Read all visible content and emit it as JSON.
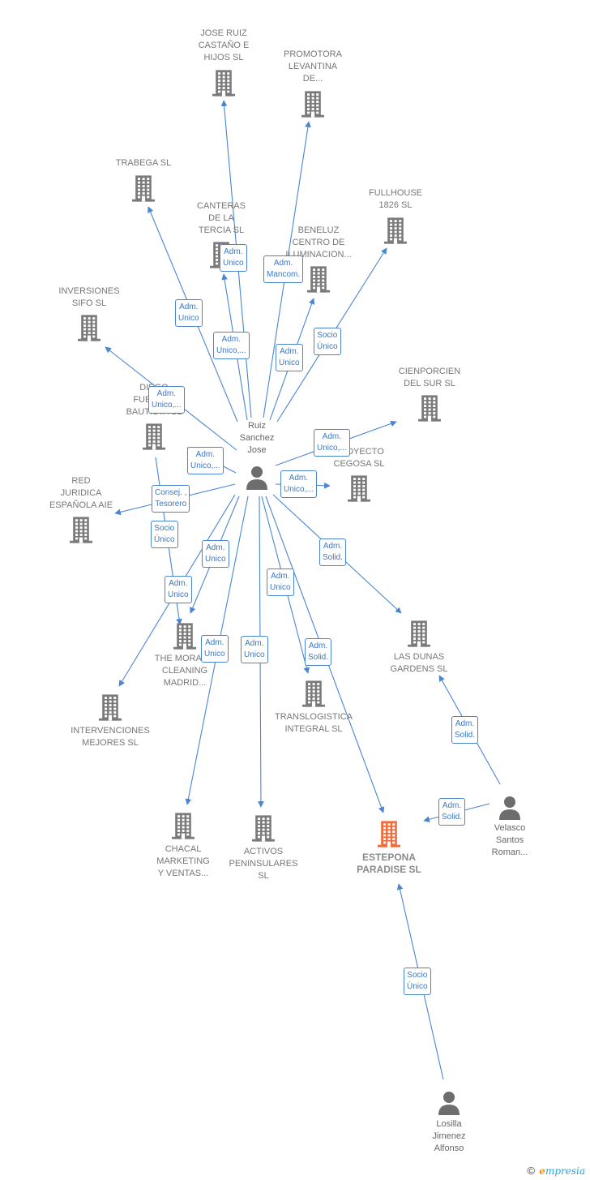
{
  "colors": {
    "edge": "#4a86cf",
    "company": "#7a7a7a",
    "highlight": "#f26b3a",
    "person": "#6d6d6d"
  },
  "nodes": [
    {
      "id": "jose_ruiz",
      "kind": "company",
      "label": "JOSE RUIZ\nCASTAÑO E\nHIJOS SL"
    },
    {
      "id": "promotora",
      "kind": "company",
      "label": "PROMOTORA\nLEVANTINA\nDE..."
    },
    {
      "id": "trabega",
      "kind": "company",
      "label": "TRABEGA SL"
    },
    {
      "id": "fullhouse",
      "kind": "company",
      "label": "FULLHOUSE\n1826 SL"
    },
    {
      "id": "canteras",
      "kind": "company",
      "label": "CANTERAS\nDE LA\nTERCIA  SL"
    },
    {
      "id": "beneluz",
      "kind": "company",
      "label": "BENELUZ\nCENTRO DE\nILUMINACION..."
    },
    {
      "id": "inversiones",
      "kind": "company",
      "label": "INVERSIONES\nSIFO  SL"
    },
    {
      "id": "cienporcien",
      "kind": "company",
      "label": "CIENPORCIEN\nDEL SUR  SL"
    },
    {
      "id": "diego",
      "kind": "company",
      "label": "DIEGO\nFUENTES\nBAUTISTA SL"
    },
    {
      "id": "proyecto",
      "kind": "company",
      "label": "PROYECTO\nCEGOSA  SL"
    },
    {
      "id": "red",
      "kind": "company",
      "label": "RED\nJURIDICA\nESPAÑOLA AIE"
    },
    {
      "id": "morado",
      "kind": "company",
      "label": "THE MORADO\nCLEANING\nMADRID..."
    },
    {
      "id": "dunas",
      "kind": "company",
      "label": "LAS DUNAS\nGARDENS  SL"
    },
    {
      "id": "translog",
      "kind": "company",
      "label": "TRANSLOGISTICA\nINTEGRAL  SL"
    },
    {
      "id": "intervenciones",
      "kind": "company",
      "label": "INTERVENCIONES\nMEJORES  SL"
    },
    {
      "id": "chacal",
      "kind": "company",
      "label": "CHACAL\nMARKETING\nY VENTAS..."
    },
    {
      "id": "activos",
      "kind": "company",
      "label": "ACTIVOS\nPENINSULARES\nSL"
    },
    {
      "id": "estepona",
      "kind": "company",
      "highlight": true,
      "label": "ESTEPONA\nPARADISE  SL"
    },
    {
      "id": "ruiz",
      "kind": "person",
      "label": "Ruiz\nSanchez\nJose"
    },
    {
      "id": "velasco",
      "kind": "person",
      "label": "Velasco\nSantos\nRoman..."
    },
    {
      "id": "losilla",
      "kind": "person",
      "label": "Losilla\nJimenez\nAlfonso"
    }
  ],
  "edges": [
    {
      "from": "ruiz",
      "to": "jose_ruiz",
      "badge": "Adm.\nUnico"
    },
    {
      "from": "ruiz",
      "to": "promotora",
      "badge": "Adm.\nMancom."
    },
    {
      "from": "ruiz",
      "to": "trabega",
      "badge": "Adm.\nUnico"
    },
    {
      "from": "ruiz",
      "to": "canteras",
      "badge": "Adm.\nUnico,..."
    },
    {
      "from": "ruiz",
      "to": "beneluz",
      "badge": "Adm.\nUnico"
    },
    {
      "from": "ruiz",
      "to": "fullhouse",
      "badge": "Socio\nÚnico"
    },
    {
      "from": "ruiz",
      "to": "inversiones",
      "badge": "Adm.\nUnico,..."
    },
    {
      "from": "ruiz",
      "to": "cienporcien",
      "badge": "Adm.\nUnico,..."
    },
    {
      "from": "ruiz",
      "to": "diego",
      "badge": "Adm.\nUnico,..."
    },
    {
      "from": "ruiz",
      "to": "proyecto",
      "badge": "Adm.\nUnico,..."
    },
    {
      "from": "ruiz",
      "to": "red",
      "badge": "Consej. ,\nTesorero"
    },
    {
      "from": "ruiz",
      "to": "morado",
      "badge": "Socio\nÚnico"
    },
    {
      "from": "ruiz",
      "to": "morado",
      "badge": "Adm.\nUnico"
    },
    {
      "from": "ruiz",
      "to": "intervenciones",
      "badge": "Adm.\nUnico"
    },
    {
      "from": "ruiz",
      "to": "dunas",
      "badge": "Adm.\nSolid."
    },
    {
      "from": "ruiz",
      "to": "translog",
      "badge": "Adm.\nUnico"
    },
    {
      "from": "ruiz",
      "to": "estepona",
      "badge": "Adm.\nSolid."
    },
    {
      "from": "ruiz",
      "to": "chacal",
      "badge": "Adm.\nUnico"
    },
    {
      "from": "ruiz",
      "to": "activos",
      "badge": "Adm.\nUnico"
    },
    {
      "from": "velasco",
      "to": "dunas",
      "badge": "Adm.\nSolid."
    },
    {
      "from": "velasco",
      "to": "estepona",
      "badge": "Adm.\nSolid."
    },
    {
      "from": "losilla",
      "to": "estepona",
      "badge": "Socio\nÚnico"
    }
  ],
  "footer": {
    "copyright": "©",
    "brand_e": "e",
    "brand_rest": "mpresia"
  }
}
